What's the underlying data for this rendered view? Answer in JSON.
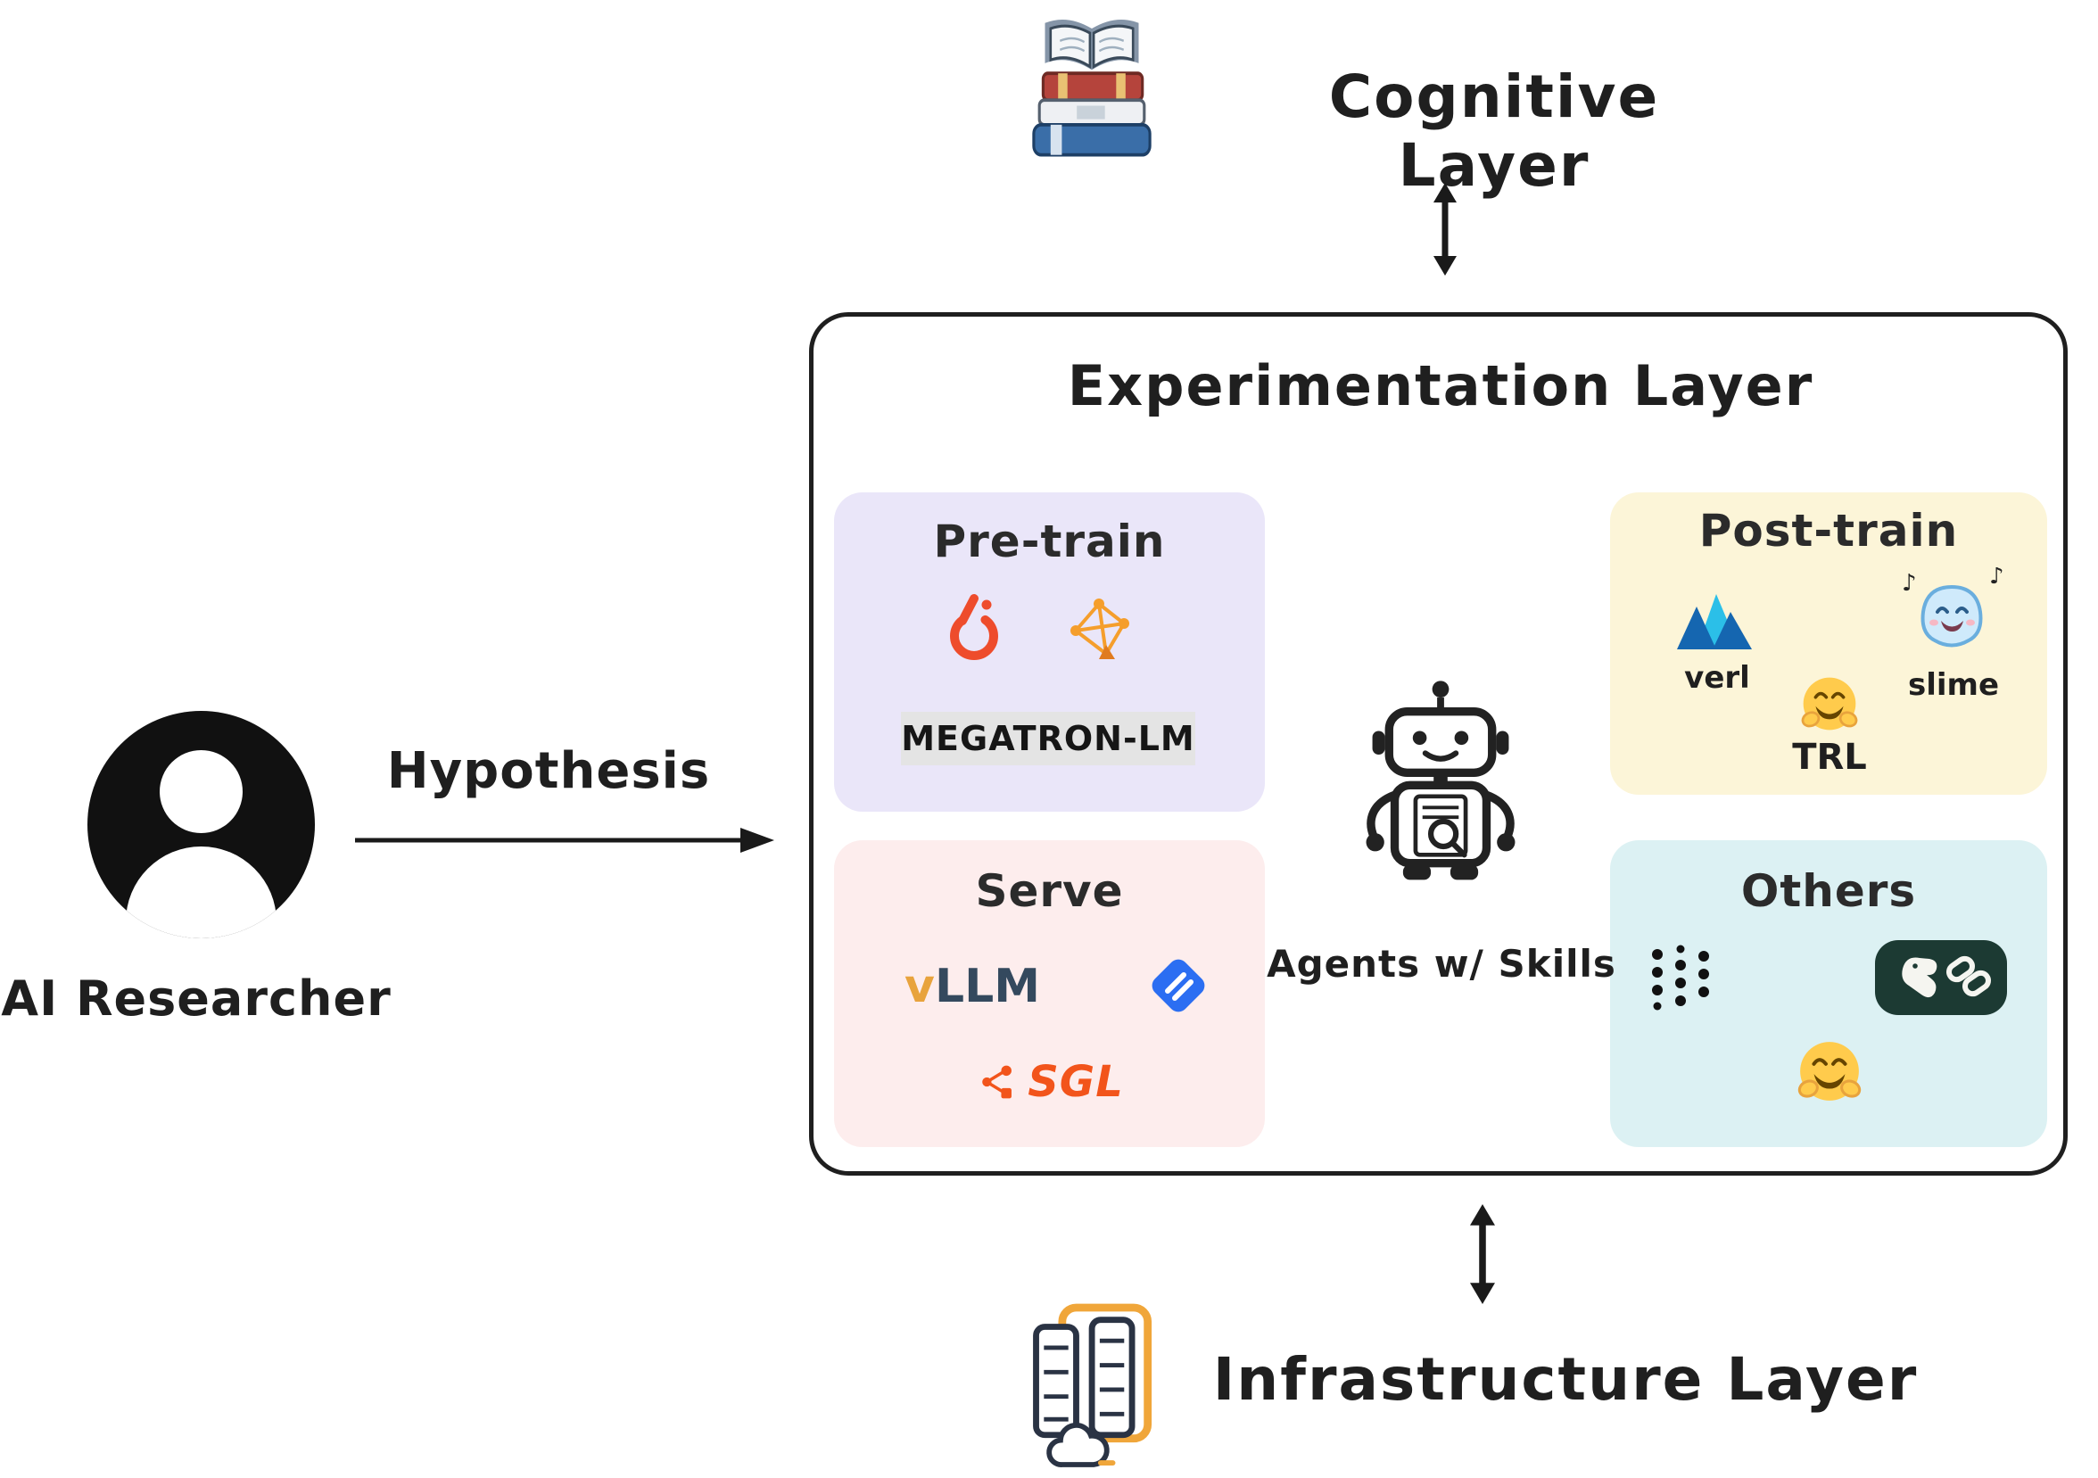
{
  "cognitive": {
    "label": "Cognitive Layer"
  },
  "infrastructure": {
    "label": "Infrastructure Layer"
  },
  "researcher": {
    "label": "AI Researcher",
    "hypothesis_label": "Hypothesis"
  },
  "experimentation": {
    "title": "Experimentation Layer",
    "agents_label": "Agents w/ Skills",
    "pretrain": {
      "title": "Pre-train",
      "megatron_label": "MEGATRON-LM"
    },
    "serve": {
      "title": "Serve",
      "vllm_v": "v",
      "vllm_rest": "LLM",
      "sgl_label": "SGL"
    },
    "posttrain": {
      "title": "Post-train",
      "verl_label": "verl",
      "slime_label": "slime",
      "trl_label": "TRL"
    },
    "others": {
      "title": "Others"
    }
  },
  "colors": {
    "pretrain_bg": "#eae6f9",
    "serve_bg": "#fdeded",
    "posttrain_bg": "#fcf5d8",
    "others_bg": "#dcf1f3",
    "pytorch_orange": "#ee4c2c",
    "sgl_orange": "#f2541b",
    "langchain_green": "#1c3a33",
    "outline_black": "#1f1f1f"
  }
}
